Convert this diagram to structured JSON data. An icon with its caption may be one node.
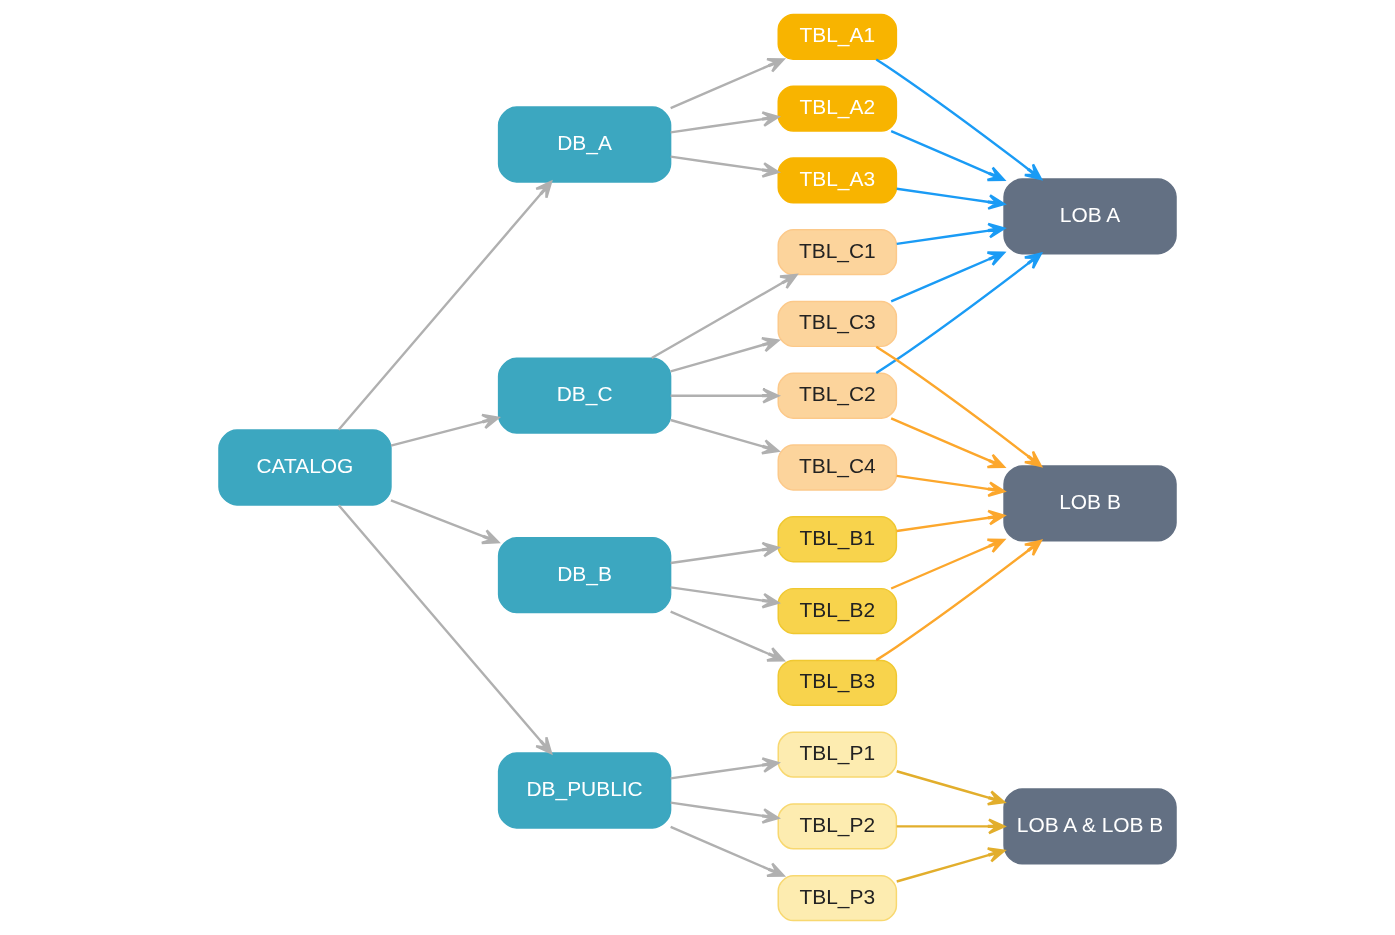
{
  "diagram": {
    "nodes": [
      {
        "text": [
          "CATALOG"
        ]
      },
      {
        "text": [
          "DB_A"
        ]
      },
      {
        "text": [
          "DB_C"
        ]
      },
      {
        "text": [
          "DB_B"
        ]
      },
      {
        "text": [
          "DB_PUBLIC"
        ]
      },
      {
        "text": [
          "TBL_A1"
        ]
      },
      {
        "text": [
          "TBL_A2"
        ]
      },
      {
        "text": [
          "TBL_A3"
        ]
      },
      {
        "text": [
          "TBL_C1"
        ]
      },
      {
        "text": [
          "TBL_C2"
        ]
      },
      {
        "text": [
          "TBL_C3"
        ]
      },
      {
        "text": [
          "TBL_C4"
        ]
      },
      {
        "text": [
          "TBL_B1"
        ]
      },
      {
        "text": [
          "TBL_B2"
        ]
      },
      {
        "text": [
          "TBL_B3"
        ]
      },
      {
        "text": [
          "TBL_P1"
        ]
      },
      {
        "text": [
          "TBL_P2"
        ]
      },
      {
        "text": [
          "TBL_P3"
        ]
      },
      {
        "text": [
          "LOB A"
        ]
      },
      {
        "text": [
          "LOB B"
        ]
      },
      {
        "text": [
          "LOB A & LOB B"
        ]
      }
    ],
    "edges": [
      {
        "from": 0,
        "to": 1,
        "arrow": "to"
      },
      {
        "from": 0,
        "to": 2,
        "arrow": "to"
      },
      {
        "from": 0,
        "to": 3,
        "arrow": "to"
      },
      {
        "from": 0,
        "to": 4,
        "arrow": "to"
      },
      {
        "from": 1,
        "to": 5,
        "arrow": "to"
      },
      {
        "from": 1,
        "to": 6,
        "arrow": "to"
      },
      {
        "from": 1,
        "to": 7,
        "arrow": "to"
      },
      {
        "from": 2,
        "to": 8,
        "arrow": "to"
      },
      {
        "from": 2,
        "to": 9,
        "arrow": "to"
      },
      {
        "from": 2,
        "to": 10,
        "arrow": "to"
      },
      {
        "from": 2,
        "to": 11,
        "arrow": "to"
      },
      {
        "from": 3,
        "to": 12,
        "arrow": "to"
      },
      {
        "from": 3,
        "to": 13,
        "arrow": "to"
      },
      {
        "from": 3,
        "to": 14,
        "arrow": "to"
      },
      {
        "from": 4,
        "to": 15,
        "arrow": "to"
      },
      {
        "from": 4,
        "to": 16,
        "arrow": "to"
      },
      {
        "from": 4,
        "to": 17,
        "arrow": "to"
      },
      {
        "from": 5,
        "to": 18,
        "arrow": "to",
        "color": "#1a9bf5"
      },
      {
        "from": 6,
        "to": 18,
        "arrow": "to",
        "color": "#1a9bf5"
      },
      {
        "from": 7,
        "to": 18,
        "arrow": "to",
        "color": "#1a9bf5"
      },
      {
        "from": 8,
        "to": 18,
        "arrow": "to",
        "color": "#1a9bf5"
      },
      {
        "from": 9,
        "to": 18,
        "arrow": "to",
        "color": "#1a9bf5"
      },
      {
        "from": 10,
        "to": 18,
        "arrow": "to",
        "color": "#1a9bf5"
      },
      {
        "from": 9,
        "to": 19,
        "arrow": "to",
        "color": "#fca72c"
      },
      {
        "from": 10,
        "to": 19,
        "arrow": "to",
        "color": "#fca72c"
      },
      {
        "from": 11,
        "to": 19,
        "arrow": "to",
        "color": "#fca72c"
      },
      {
        "from": 12,
        "to": 19,
        "arrow": "to",
        "color": "#fca72c"
      },
      {
        "from": 13,
        "to": 19,
        "arrow": "to",
        "color": "#fca72c"
      },
      {
        "from": 14,
        "to": 19,
        "arrow": "to",
        "color": "#fca72c"
      },
      {
        "from": 15,
        "to": 20,
        "arrow": "to",
        "color": "#e2ae2c"
      },
      {
        "from": 16,
        "to": 20,
        "arrow": "to",
        "color": "#e2ae2c"
      },
      {
        "from": 17,
        "to": 20,
        "arrow": "to",
        "color": "#e2ae2c"
      }
    ]
  }
}
